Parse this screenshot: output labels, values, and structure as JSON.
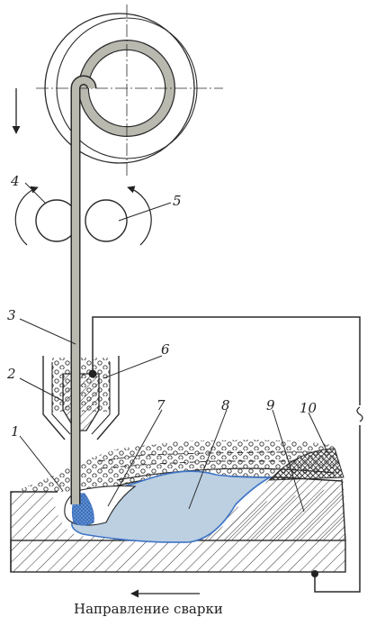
{
  "labels": {
    "l1": "1",
    "l2": "2",
    "l3": "3",
    "l4": "4",
    "l5": "5",
    "l6": "6",
    "l7": "7",
    "l8": "8",
    "l9": "9",
    "l10": "10"
  },
  "caption": "Направление сварки",
  "colors": {
    "line": "#2a2a2a",
    "wire": "#b9b9b0",
    "pool": "#bcd0e2",
    "pool_edge": "#3f74c6",
    "drop": "#4f89d3"
  }
}
